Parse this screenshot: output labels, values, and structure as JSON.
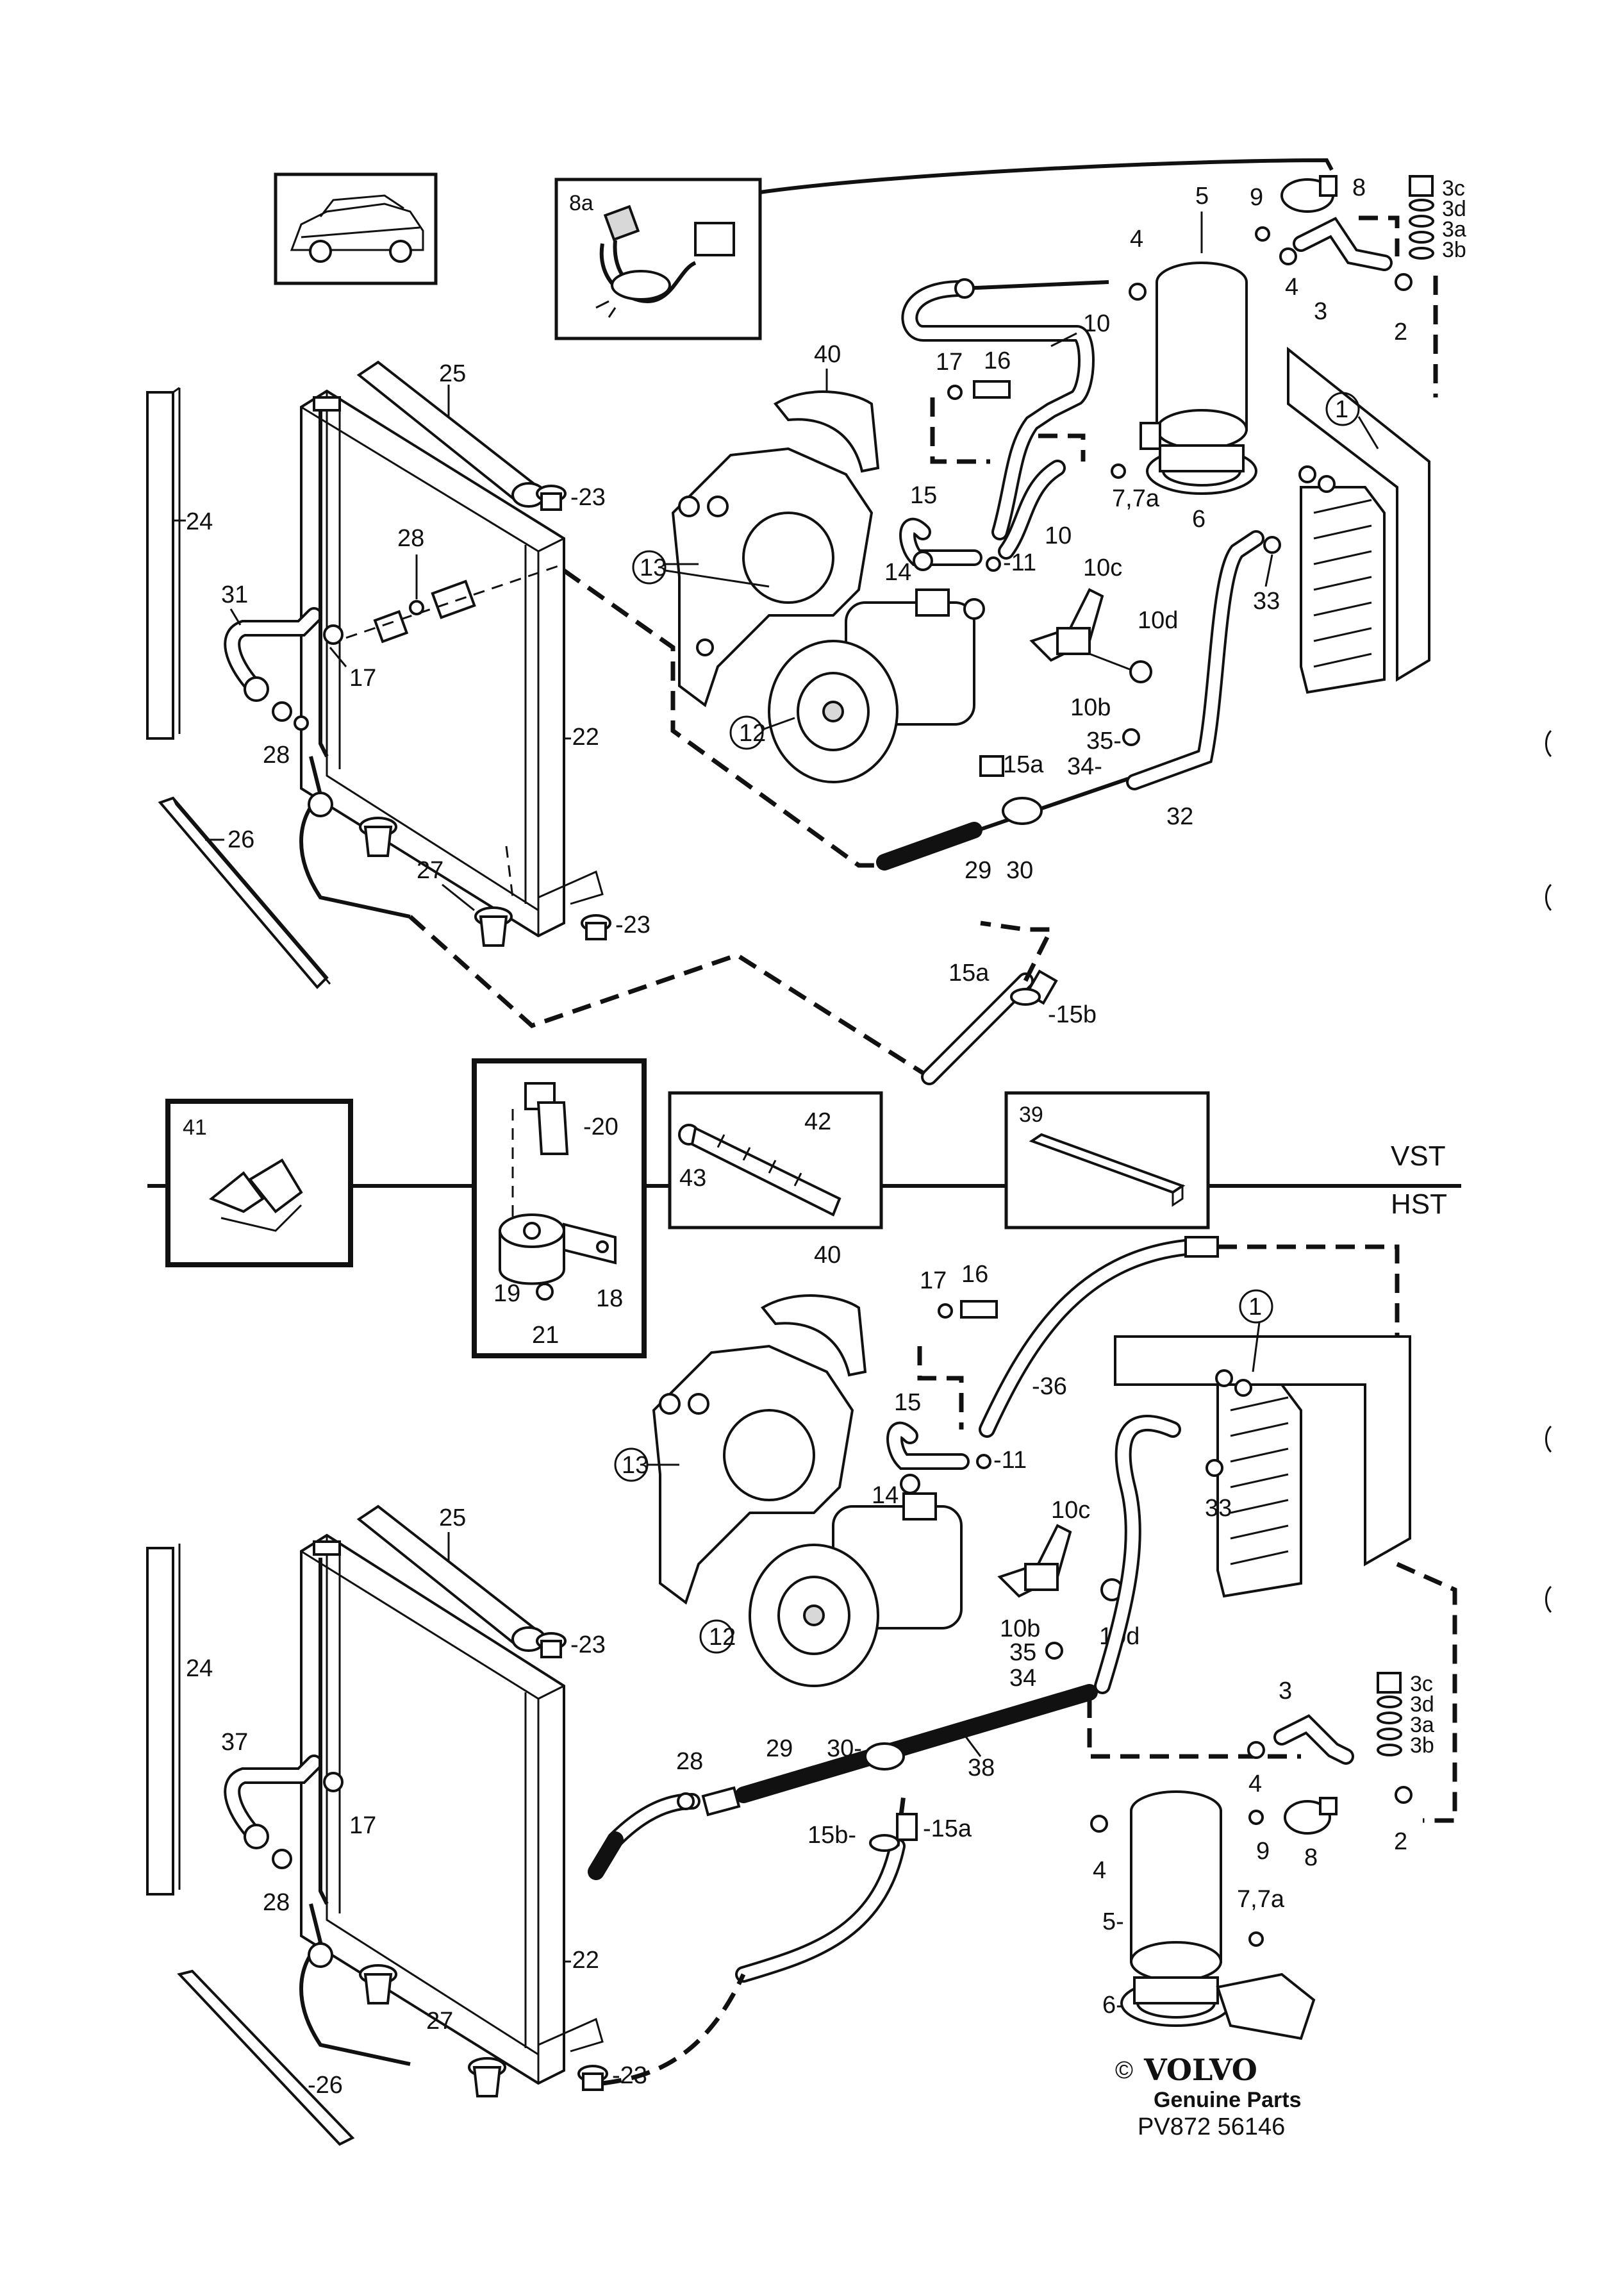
{
  "vst_label": "VST",
  "hst_label": "HST",
  "logo": {
    "brand": "VOLVO",
    "copyright": "©",
    "tagline": "Genuine Parts",
    "code": "PV872 56146"
  },
  "inset_labels": {
    "inset_8a": "8a",
    "inset_41": "41",
    "inset_39": "39"
  },
  "top_labels": {
    "l25": "25",
    "l23a": "-23",
    "l24": "24",
    "l28a": "28",
    "l31": "31",
    "l17a": "17",
    "l28b": "28",
    "l22": "-22",
    "l26": "26",
    "l27": "27",
    "l23b": "-23",
    "l40": "40",
    "l17b": "17",
    "l16": "16",
    "l10a": "10",
    "l10b": "10",
    "l13": "13",
    "l15": "15",
    "l14": "14",
    "l11": "-11",
    "l10c": "10c",
    "l10d": "10d",
    "l10bb": "10b",
    "l12": "12",
    "l35": "35-",
    "l34": "34-",
    "l15a": "15a",
    "l29": "29",
    "l30": "30",
    "l32": "32",
    "l15a2": "15a",
    "l15b": "-15b",
    "l5": "5",
    "l9": "9",
    "l8": "8",
    "l4a": "4",
    "l4b": "4",
    "l3": "3",
    "l2": "2",
    "l3c": "3c",
    "l3d": "3d",
    "l3a": "3a",
    "l3b": "3b",
    "l77a": "7,7a",
    "l6": "6",
    "l1": "1",
    "l33": "33"
  },
  "mid_labels": {
    "l20": "-20",
    "l19": "19",
    "l18": "18",
    "l21": "21",
    "l42": "42",
    "l43": "43"
  },
  "bottom_labels": {
    "l25": "25",
    "l23a": "-23",
    "l24": "24",
    "l37": "37",
    "l17a": "17",
    "l28a": "28",
    "l22": "-22",
    "l26": "-26",
    "l27": "27",
    "l23b": "-23",
    "l28b": "28",
    "l40": "40",
    "l17b": "17",
    "l16": "16",
    "l36": "-36",
    "l13": "13",
    "l15": "15",
    "l14": "14",
    "l11": "-11",
    "l10c": "10c",
    "l10b": "10b",
    "l10d": "10d",
    "l12": "12",
    "l35": "35",
    "l34": "34",
    "l29": "29",
    "l30": "30-",
    "l38": "38",
    "l15b": "15b-",
    "l15a": "-15a",
    "l1": "1",
    "l33": "33",
    "l3": "3",
    "l3c": "3c",
    "l3d": "3d",
    "l3a": "3a",
    "l3b": "3b",
    "l4a": "4",
    "l4b": "4",
    "l9": "9",
    "l8": "8",
    "l2": "2",
    "l77a": "7,7a",
    "l5": "5-",
    "l6": "6-"
  },
  "icons": [
    "car-icon",
    "connector-icon",
    "clip-icon",
    "grommet-icon",
    "bracket-icon",
    "hose-icon",
    "volvo-logo-icon"
  ]
}
